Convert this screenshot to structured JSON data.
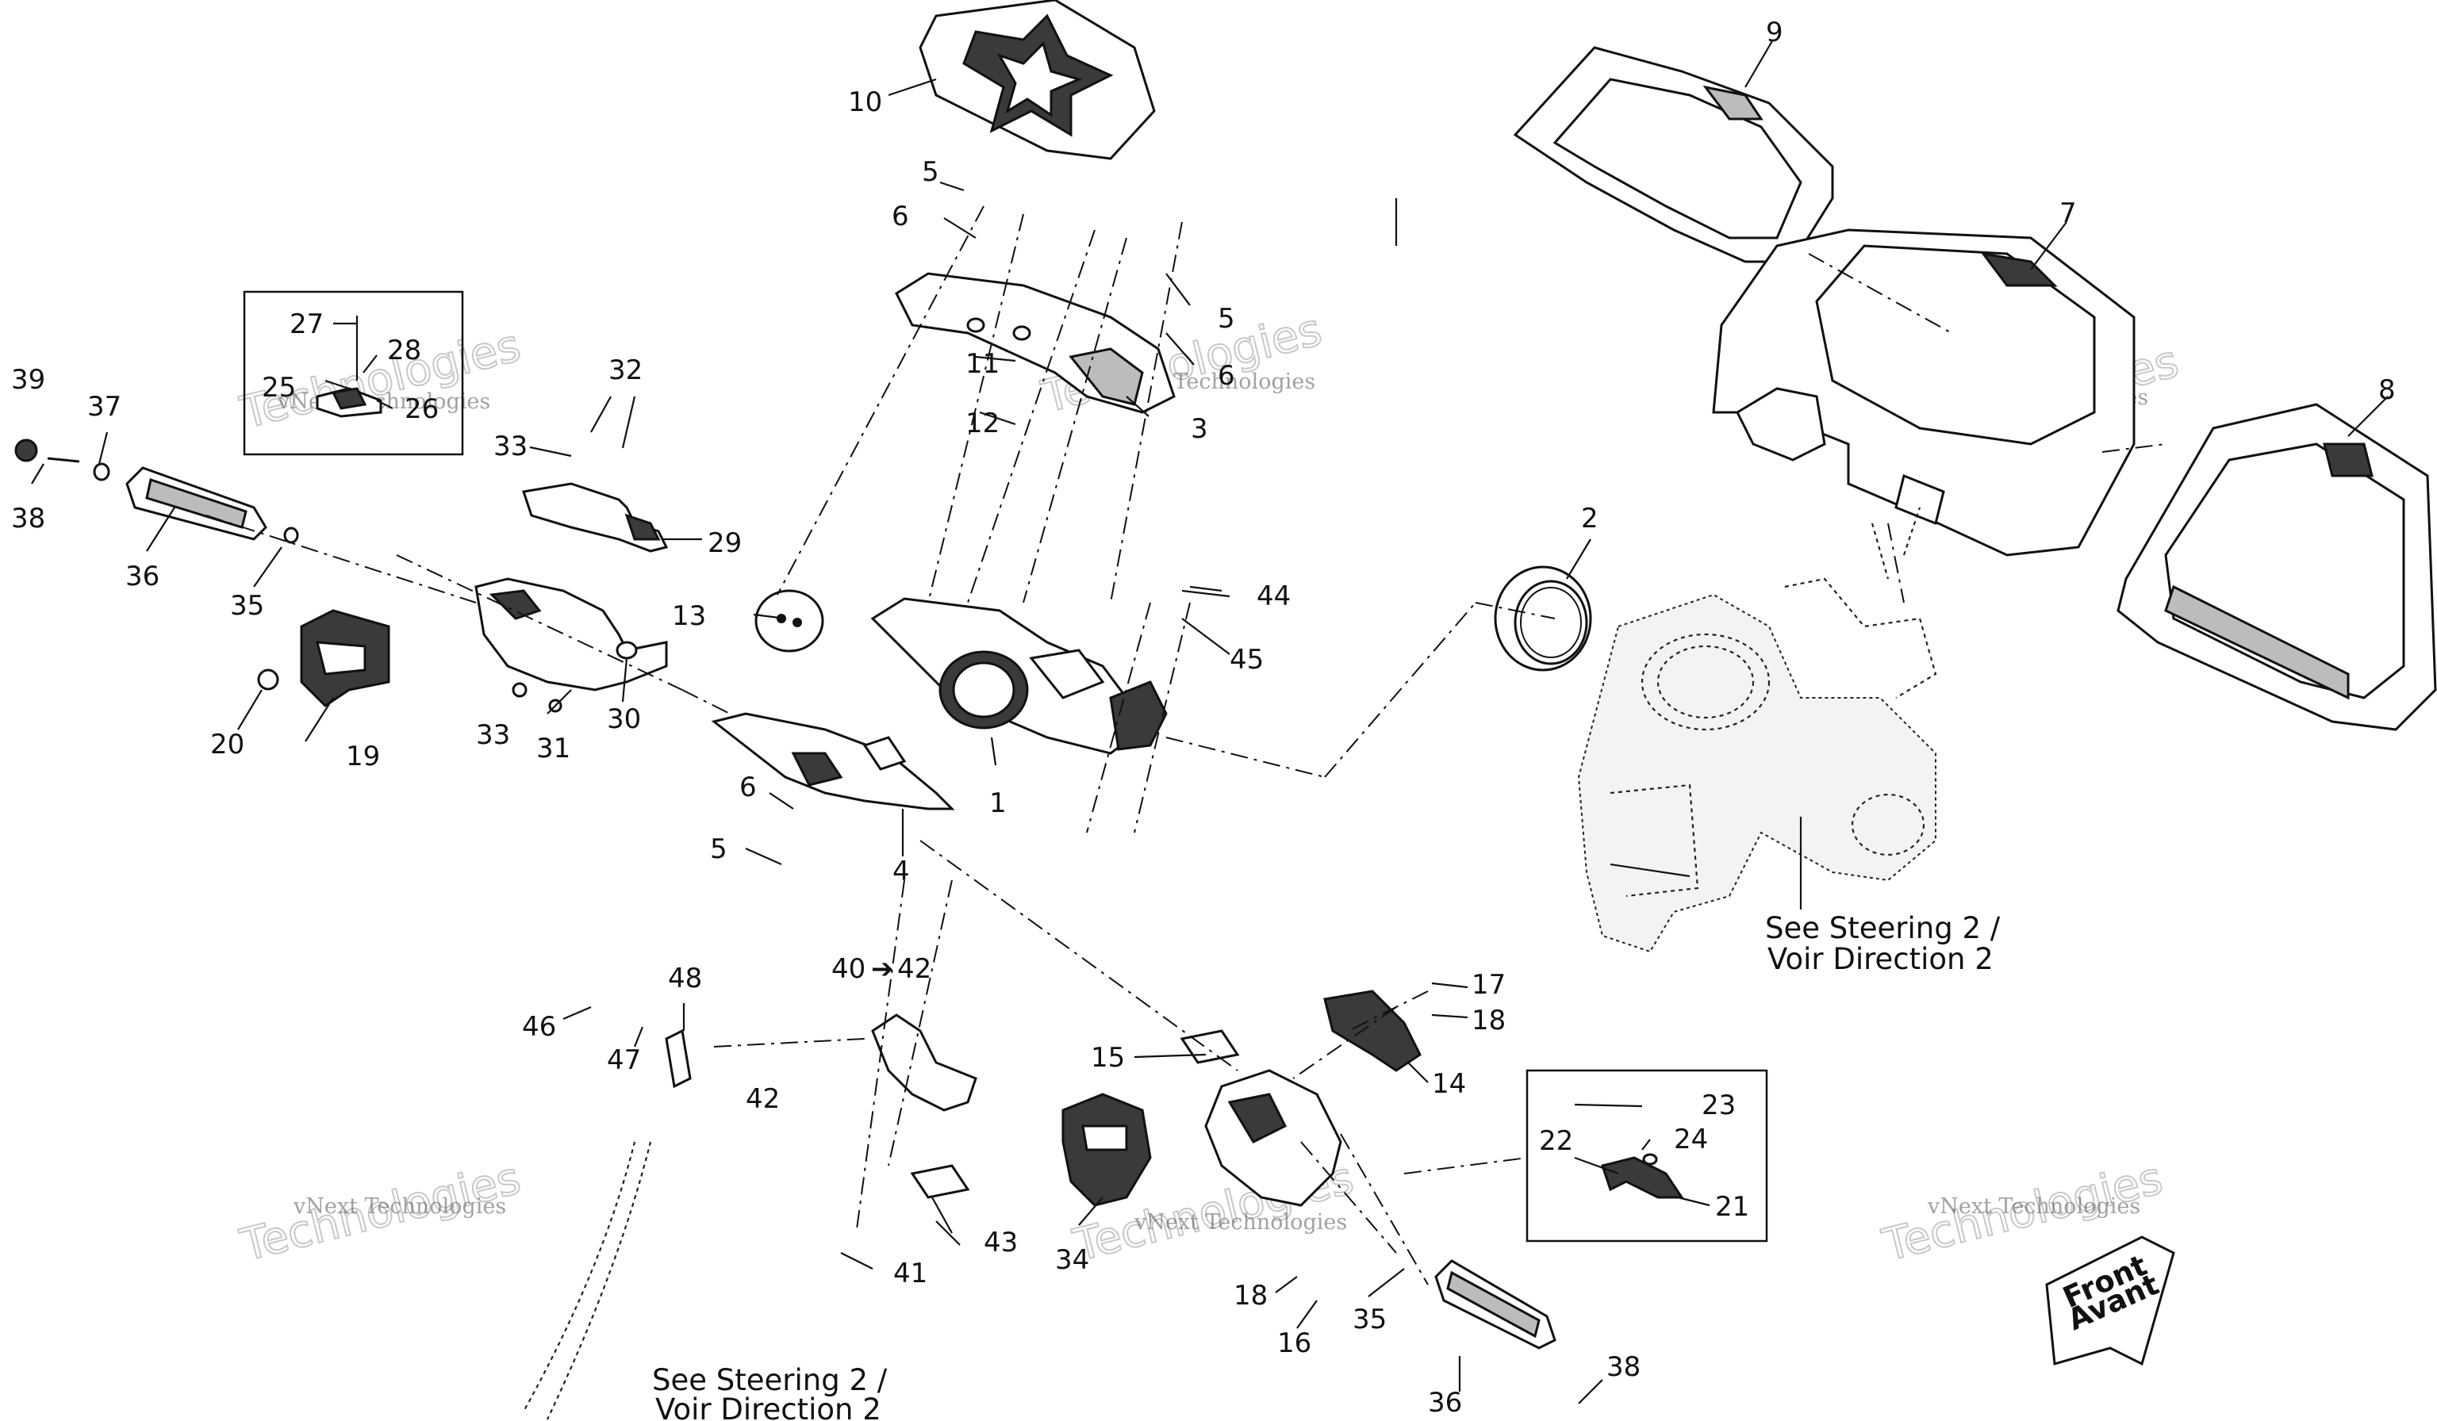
{
  "callouts": [
    {
      "id": "c1",
      "text": "1"
    },
    {
      "id": "c2",
      "text": "2"
    },
    {
      "id": "c3",
      "text": "3"
    },
    {
      "id": "c4",
      "text": "4"
    },
    {
      "id": "c5a",
      "text": "5"
    },
    {
      "id": "c5b",
      "text": "5"
    },
    {
      "id": "c5c",
      "text": "5"
    },
    {
      "id": "c6a",
      "text": "6"
    },
    {
      "id": "c6b",
      "text": "6"
    },
    {
      "id": "c6c",
      "text": "6"
    },
    {
      "id": "c7",
      "text": "7"
    },
    {
      "id": "c8",
      "text": "8"
    },
    {
      "id": "c9",
      "text": "9"
    },
    {
      "id": "c10",
      "text": "10"
    },
    {
      "id": "c11",
      "text": "11"
    },
    {
      "id": "c12",
      "text": "12"
    },
    {
      "id": "c13",
      "text": "13"
    },
    {
      "id": "c14",
      "text": "14"
    },
    {
      "id": "c15",
      "text": "15"
    },
    {
      "id": "c16",
      "text": "16"
    },
    {
      "id": "c17",
      "text": "17"
    },
    {
      "id": "c18a",
      "text": "18"
    },
    {
      "id": "c18b",
      "text": "18"
    },
    {
      "id": "c19",
      "text": "19"
    },
    {
      "id": "c20",
      "text": "20"
    },
    {
      "id": "c21",
      "text": "21"
    },
    {
      "id": "c22",
      "text": "22"
    },
    {
      "id": "c23",
      "text": "23"
    },
    {
      "id": "c24",
      "text": "24"
    },
    {
      "id": "c25",
      "text": "25"
    },
    {
      "id": "c26",
      "text": "26"
    },
    {
      "id": "c27",
      "text": "27"
    },
    {
      "id": "c28",
      "text": "28"
    },
    {
      "id": "c29",
      "text": "29"
    },
    {
      "id": "c30",
      "text": "30"
    },
    {
      "id": "c31",
      "text": "31"
    },
    {
      "id": "c32",
      "text": "32"
    },
    {
      "id": "c33a",
      "text": "33"
    },
    {
      "id": "c33b",
      "text": "33"
    },
    {
      "id": "c34",
      "text": "34"
    },
    {
      "id": "c35a",
      "text": "35"
    },
    {
      "id": "c35b",
      "text": "35"
    },
    {
      "id": "c36a",
      "text": "36"
    },
    {
      "id": "c36b",
      "text": "36"
    },
    {
      "id": "c38a",
      "text": "38"
    },
    {
      "id": "c38b",
      "text": "38"
    },
    {
      "id": "c37",
      "text": "37"
    },
    {
      "id": "c39",
      "text": "39"
    },
    {
      "id": "c40",
      "text": "40"
    },
    {
      "id": "c42a",
      "text": "42"
    },
    {
      "id": "c42b",
      "text": "42"
    },
    {
      "id": "c41",
      "text": "41"
    },
    {
      "id": "c43",
      "text": "43"
    },
    {
      "id": "c44",
      "text": "44"
    },
    {
      "id": "c45",
      "text": "45"
    },
    {
      "id": "c46",
      "text": "46"
    },
    {
      "id": "c47",
      "text": "47"
    },
    {
      "id": "c48",
      "text": "48"
    }
  ],
  "notes": {
    "steering_right_line1": "See Steering 2 /",
    "steering_right_line2": "Voir Direction 2",
    "steering_bottom_line1": "See Steering 2 /",
    "steering_bottom_line2": "Voir Direction 2"
  },
  "front_badge": {
    "line1": "Front",
    "line2": "Avant"
  },
  "watermark": {
    "line1": "vNext Technologies",
    "line2": "vNext",
    "line3": "Technologies"
  }
}
